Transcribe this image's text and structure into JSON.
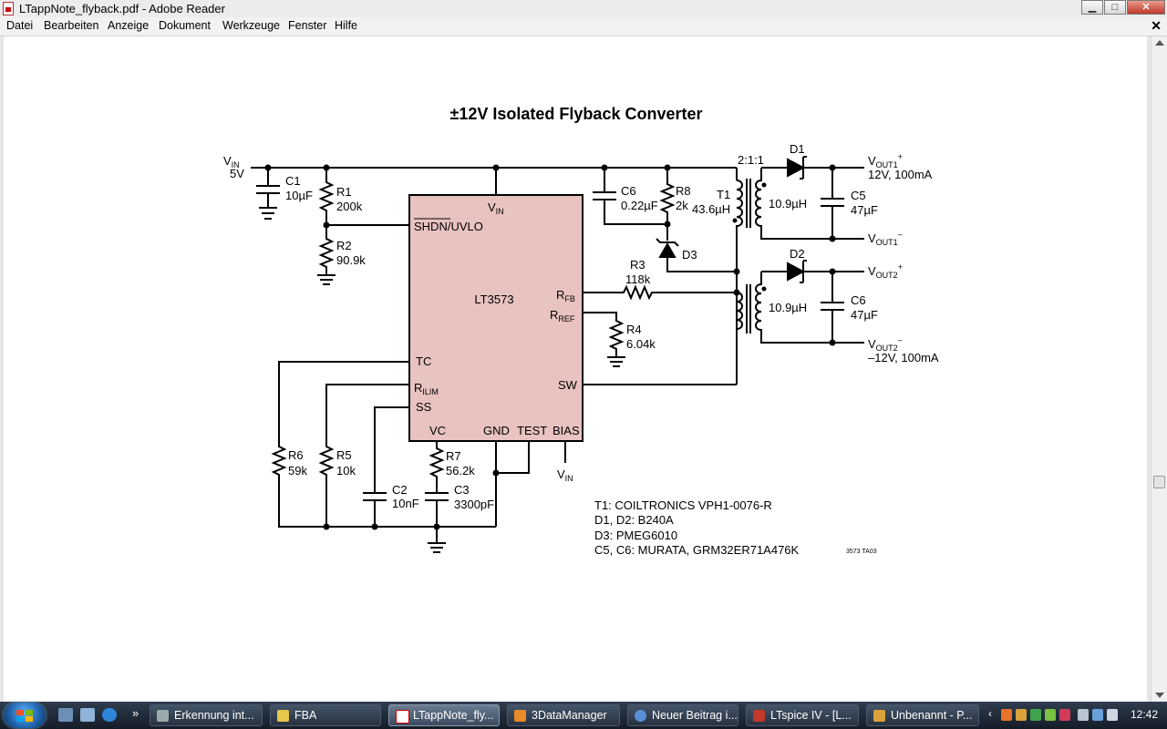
{
  "window": {
    "title": "LTappNote_flyback.pdf - Adobe Reader"
  },
  "menu": [
    "Datei",
    "Bearbeiten",
    "Anzeige",
    "Dokument",
    "Werkzeuge",
    "Fenster",
    "Hilfe"
  ],
  "schematic": {
    "title": "±12V Isolated Flyback Converter",
    "ic": {
      "name": "LT3573"
    },
    "vin_label": "5V",
    "parts": {
      "c1": [
        "C1",
        "10µF"
      ],
      "r1": [
        "R1",
        "200k"
      ],
      "r2": [
        "R2",
        "90.9k"
      ],
      "c6a": [
        "C6",
        "0.22µF"
      ],
      "r8": [
        "R8",
        "2k"
      ],
      "t1": [
        "T1",
        "43.6µH"
      ],
      "ratio": "2:1:1",
      "d1": "D1",
      "d2": "D2",
      "d3": "D3",
      "l1": "10.9µH",
      "l2": "10.9µH",
      "c5": [
        "C5",
        "47µF"
      ],
      "c6b": [
        "C6",
        "47µF"
      ],
      "r3": [
        "R3",
        "118k"
      ],
      "r4": [
        "R4",
        "6.04k"
      ],
      "r6": [
        "R6",
        "59k"
      ],
      "r5": [
        "R5",
        "10k"
      ],
      "c2": [
        "C2",
        "10nF"
      ],
      "r7": [
        "R7",
        "56.2k"
      ],
      "c3": [
        "C3",
        "3300pF"
      ]
    },
    "out1_spec": "12V, 100mA",
    "out2_spec": "–12V, 100mA",
    "notes": [
      "T1: COILTRONICS VPH1-0076-R",
      "D1, D2: B240A",
      "D3: PMEG6010",
      "C5, C6: MURATA, GRM32ER71A476K"
    ],
    "figure_code": "3573 TA03"
  },
  "taskbar": {
    "items": [
      "Erkennung int...",
      "FBA",
      "LTappNote_fly...",
      "3DataManager",
      "Neuer Beitrag i...",
      "LTspice IV - [L...",
      "Unbenannt - P..."
    ],
    "clock": "12:42"
  }
}
